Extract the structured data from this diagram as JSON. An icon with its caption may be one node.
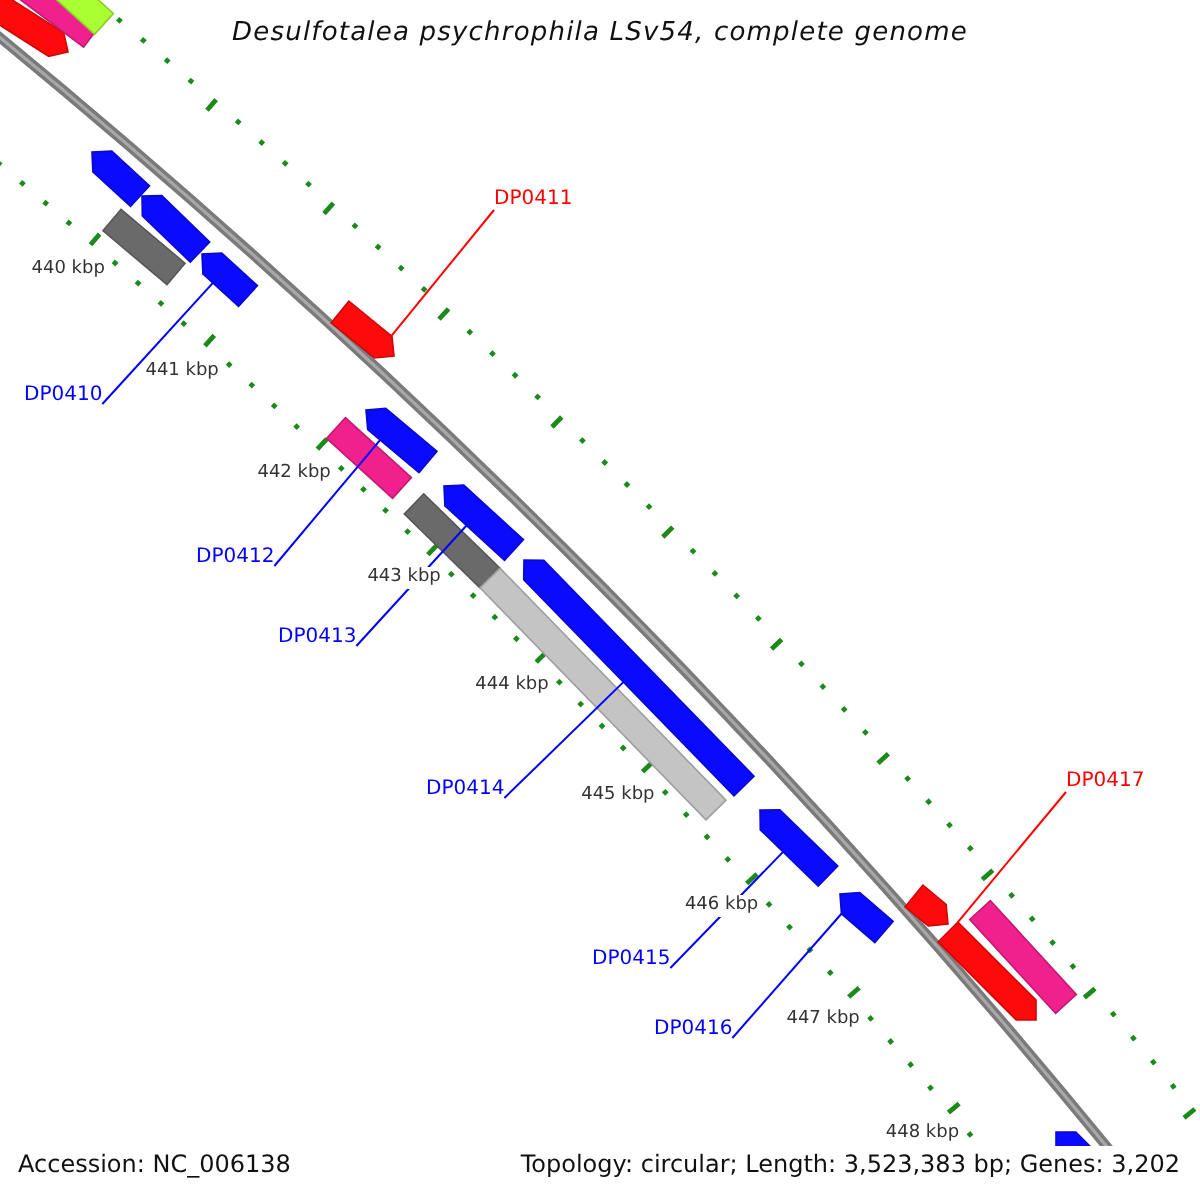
{
  "diagram": {
    "title": "Desulfotalea psychrophila LSv54, complete genome",
    "nodes": [
      {
        "text": [
          "DP0411"
        ]
      },
      {
        "text": [
          "DP0410"
        ]
      },
      {
        "text": [
          "DP0412"
        ]
      },
      {
        "text": [
          "DP0413"
        ]
      },
      {
        "text": [
          "DP0417"
        ]
      },
      {
        "text": [
          "DP0414"
        ]
      },
      {
        "text": [
          "DP0415"
        ]
      },
      {
        "text": [
          "DP0416"
        ]
      },
      {
        "text": [],
        "shape": "arrow"
      },
      {
        "text": [],
        "shape": "bar"
      },
      {
        "text": [],
        "shape": "bar"
      },
      {
        "text": [],
        "shape": "arrow"
      },
      {
        "text": [],
        "shape": "arrow"
      },
      {
        "text": [],
        "shape": "bar"
      },
      {
        "text": [],
        "shape": "arrow"
      },
      {
        "text": [],
        "shape": "arrow"
      },
      {
        "text": [],
        "shape": "arrow"
      },
      {
        "text": [],
        "shape": "bar"
      },
      {
        "text": [],
        "shape": "arrow"
      },
      {
        "text": [],
        "shape": "bar"
      },
      {
        "text": [],
        "shape": "arrow"
      },
      {
        "text": [],
        "shape": "bar"
      },
      {
        "text": [],
        "shape": "arrow"
      },
      {
        "text": [],
        "shape": "arrow"
      },
      {
        "text": [],
        "shape": "arrow"
      },
      {
        "text": [],
        "shape": "arrow"
      },
      {
        "text": [],
        "shape": "bar"
      },
      {
        "text": [],
        "shape": "arrow"
      }
    ],
    "edges": [
      {
        "from": 0,
        "to": 15,
        "arrow": "none",
        "color": "#ff0000"
      },
      {
        "from": 1,
        "to": 14,
        "arrow": "none"
      },
      {
        "from": 2,
        "to": 16,
        "arrow": "none"
      },
      {
        "from": 3,
        "to": 18,
        "arrow": "none"
      },
      {
        "from": 4,
        "to": 25,
        "arrow": "none",
        "color": "#ff0000"
      },
      {
        "from": 5,
        "to": 20,
        "arrow": "none"
      },
      {
        "from": 6,
        "to": 22,
        "arrow": "none"
      },
      {
        "from": 7,
        "to": 23,
        "arrow": "none"
      }
    ],
    "labels": [
      "440 kbp",
      "441 kbp",
      "442 kbp",
      "443 kbp",
      "444 kbp",
      "445 kbp",
      "446 kbp",
      "447 kbp",
      "448 kbp",
      "Accession: NC_006138",
      "Topology: circular; Length: 3,523,383 bp; Genes: 3,202"
    ]
  }
}
